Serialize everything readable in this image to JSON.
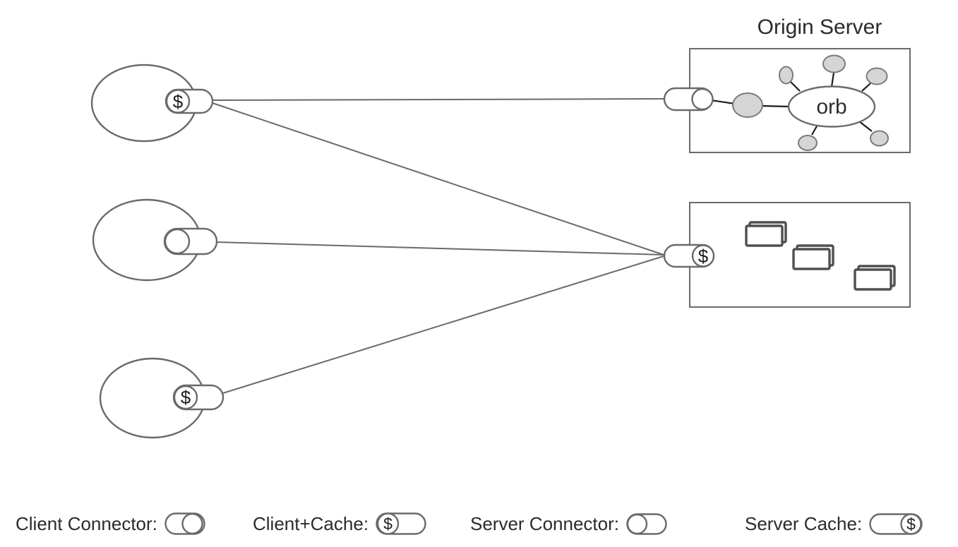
{
  "diagram": {
    "origin_server": {
      "title": "Origin Server",
      "orb_label": "orb"
    },
    "cache_server": {
      "cache_symbol": "$"
    },
    "clients": {
      "top": {
        "connector_type": "client+cache",
        "cache_symbol": "$"
      },
      "middle": {
        "connector_type": "client-connector"
      },
      "bottom": {
        "connector_type": "client+cache",
        "cache_symbol": "$"
      }
    },
    "edges": [
      {
        "from": "client-top",
        "to": "origin-server"
      },
      {
        "from": "client-top",
        "to": "cache-server"
      },
      {
        "from": "client-middle",
        "to": "cache-server"
      },
      {
        "from": "client-bottom",
        "to": "cache-server"
      }
    ]
  },
  "legend": {
    "client_connector_label": "Client Connector:",
    "client_cache_label": "Client+Cache:",
    "client_cache_symbol": "$",
    "server_connector_label": "Server Connector:",
    "server_cache_label": "Server Cache:",
    "server_cache_symbol": "$"
  },
  "colors": {
    "background": "#ffffff",
    "shape_stroke": "#6a6a6a",
    "satellite_fill": "#d5d5d5",
    "satellite_stroke": "#7a7a7a",
    "spoke_stroke": "#1c1c1c",
    "document_stroke": "#4f4f4f",
    "text": "#2b2b2b"
  }
}
